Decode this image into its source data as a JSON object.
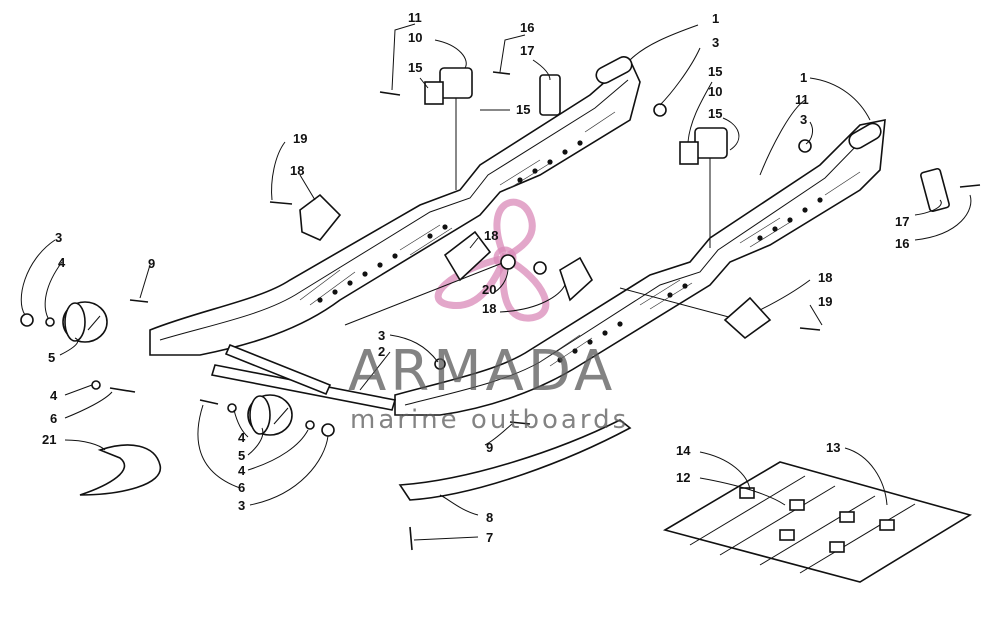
{
  "watermark": {
    "brand": "ARMADA",
    "tagline": "marine outboards",
    "logo_color": "#d98ab8"
  },
  "callouts": [
    {
      "id": "c1a",
      "label": "1"
    },
    {
      "id": "c3a",
      "label": "3"
    },
    {
      "id": "c11a",
      "label": "11"
    },
    {
      "id": "c10a",
      "label": "10"
    },
    {
      "id": "c15a",
      "label": "15"
    },
    {
      "id": "c15b",
      "label": "15"
    },
    {
      "id": "c16a",
      "label": "16"
    },
    {
      "id": "c17a",
      "label": "17"
    },
    {
      "id": "c15c",
      "label": "15"
    },
    {
      "id": "c10b",
      "label": "10"
    },
    {
      "id": "c15d",
      "label": "15"
    },
    {
      "id": "c1b",
      "label": "1"
    },
    {
      "id": "c11b",
      "label": "11"
    },
    {
      "id": "c3b",
      "label": "3"
    },
    {
      "id": "c19a",
      "label": "19"
    },
    {
      "id": "c18a",
      "label": "18"
    },
    {
      "id": "c18b",
      "label": "18"
    },
    {
      "id": "c20a",
      "label": "20"
    },
    {
      "id": "c18c",
      "label": "18"
    },
    {
      "id": "c18d",
      "label": "18"
    },
    {
      "id": "c19b",
      "label": "19"
    },
    {
      "id": "c17b",
      "label": "17"
    },
    {
      "id": "c16b",
      "label": "16"
    },
    {
      "id": "c3c",
      "label": "3"
    },
    {
      "id": "c4a",
      "label": "4"
    },
    {
      "id": "c9a",
      "label": "9"
    },
    {
      "id": "c5a",
      "label": "5"
    },
    {
      "id": "c4b",
      "label": "4"
    },
    {
      "id": "c6a",
      "label": "6"
    },
    {
      "id": "c21a",
      "label": "21"
    },
    {
      "id": "c3d",
      "label": "3"
    },
    {
      "id": "c2a",
      "label": "2"
    },
    {
      "id": "c4c",
      "label": "4"
    },
    {
      "id": "c5b",
      "label": "5"
    },
    {
      "id": "c4d",
      "label": "4"
    },
    {
      "id": "c6b",
      "label": "6"
    },
    {
      "id": "c3e",
      "label": "3"
    },
    {
      "id": "c9b",
      "label": "9"
    },
    {
      "id": "c8a",
      "label": "8"
    },
    {
      "id": "c7a",
      "label": "7"
    },
    {
      "id": "c14a",
      "label": "14"
    },
    {
      "id": "c12a",
      "label": "12"
    },
    {
      "id": "c13a",
      "label": "13"
    }
  ]
}
